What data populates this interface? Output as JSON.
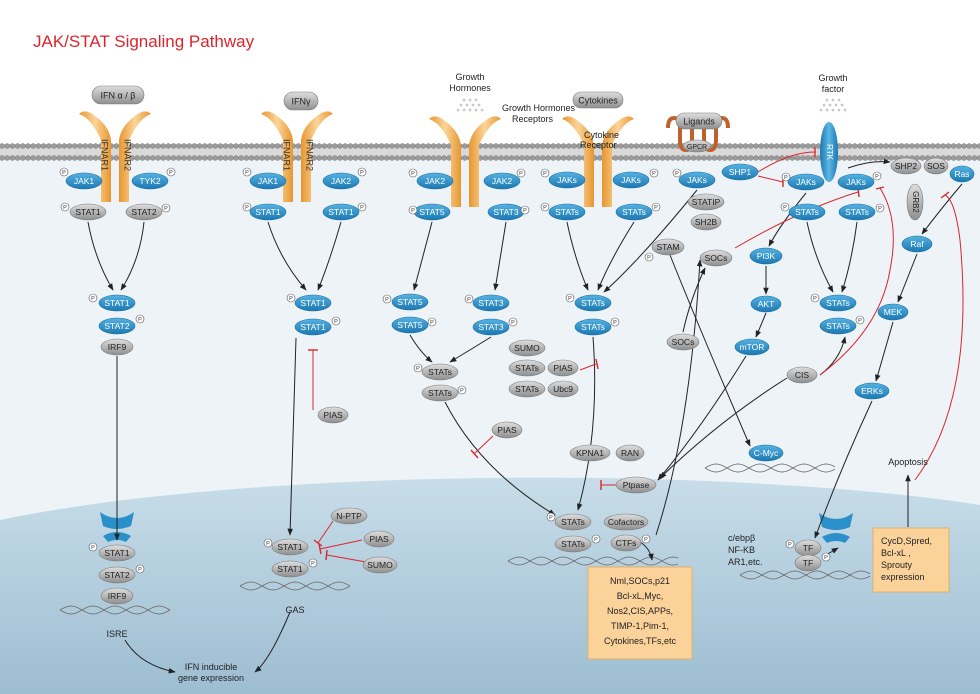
{
  "title": "JAK/STAT Signaling Pathway",
  "colors": {
    "title": "#d9262c",
    "blue": "#2b90c9",
    "blue_dark": "#1b6e9f",
    "gray": "#a9a9a9",
    "gray_dark": "#7a7a7a",
    "receptor": "#f2b25a",
    "nucleus": "#b3cddd",
    "inhibit": "#d9262c",
    "box": "#fbd29a",
    "gpcr": "#c0612b"
  },
  "ligands": {
    "ifn_ab": "IFN α / β",
    "ifn_g": "IFNγ",
    "growth_hormones": [
      "Growth",
      "Hormones"
    ],
    "growth_hormones_receptors": [
      "Growth Hormones",
      "Receptors"
    ],
    "cytokines": "Cytokines",
    "cytokine_receptor": [
      "Cytokine",
      "Receptor"
    ],
    "ligands": "Ligands",
    "gpcr": "GPCR",
    "growth_factor": [
      "Growth",
      "factor"
    ],
    "rtk": "RTK"
  },
  "receptors": {
    "ifnar1": "IFNAR1",
    "ifnar2": "IFNAR2"
  },
  "proteins": {
    "jak1": "JAK1",
    "jak2": "JAK2",
    "tyk2": "TYK2",
    "jaks": "JAKs",
    "stat1": "STAT1",
    "stat2": "STAT2",
    "stat3": "STAT3",
    "stat5": "STAT5",
    "stats": "STATs",
    "irf9": "IRF9",
    "pias": "PIAS",
    "sumo": "SUMO",
    "ubc9": "Ubc9",
    "shp1": "SHP1",
    "shp2": "SHP2",
    "statip": "STATIP",
    "sh2b": "SH2B",
    "stam": "STAM",
    "socs": "SOCs",
    "pi3k": "PI3K",
    "akt": "AKT",
    "mtor": "mTOR",
    "cis": "CIS",
    "sos": "SOS",
    "ras": "Ras",
    "grb2": "GRB2",
    "raf": "Raf",
    "mek": "MEK",
    "erks": "ERKs",
    "kpna1": "KPNA1",
    "ran": "RAN",
    "ptpase": "Ptpase",
    "cmyc": "C-Myc",
    "nptp": "N-PTP",
    "cofactors": "Cofactors",
    "ctfs": "CTFs",
    "tf": "TF",
    "phospho": "P"
  },
  "nucleus_labels": {
    "isre": "ISRE",
    "gas": "GAS",
    "ifn_genes": [
      "IFN inducible",
      "gene expression"
    ],
    "tf_list": [
      "c/ebpβ",
      "NF-KB",
      "AR1,etc."
    ],
    "apoptosis": "Apoptosis"
  },
  "target_genes": [
    "Nml,SOCs,p21",
    "Bcl-xL,Myc,",
    "Nos2,CIS,APPs,",
    "TIMP-1,Pim-1,",
    "Cytokines,TFs,etc"
  ],
  "cycd_box": [
    "CycD,Spred,",
    "Bcl-xL ,",
    "Sprouty",
    "expression"
  ]
}
